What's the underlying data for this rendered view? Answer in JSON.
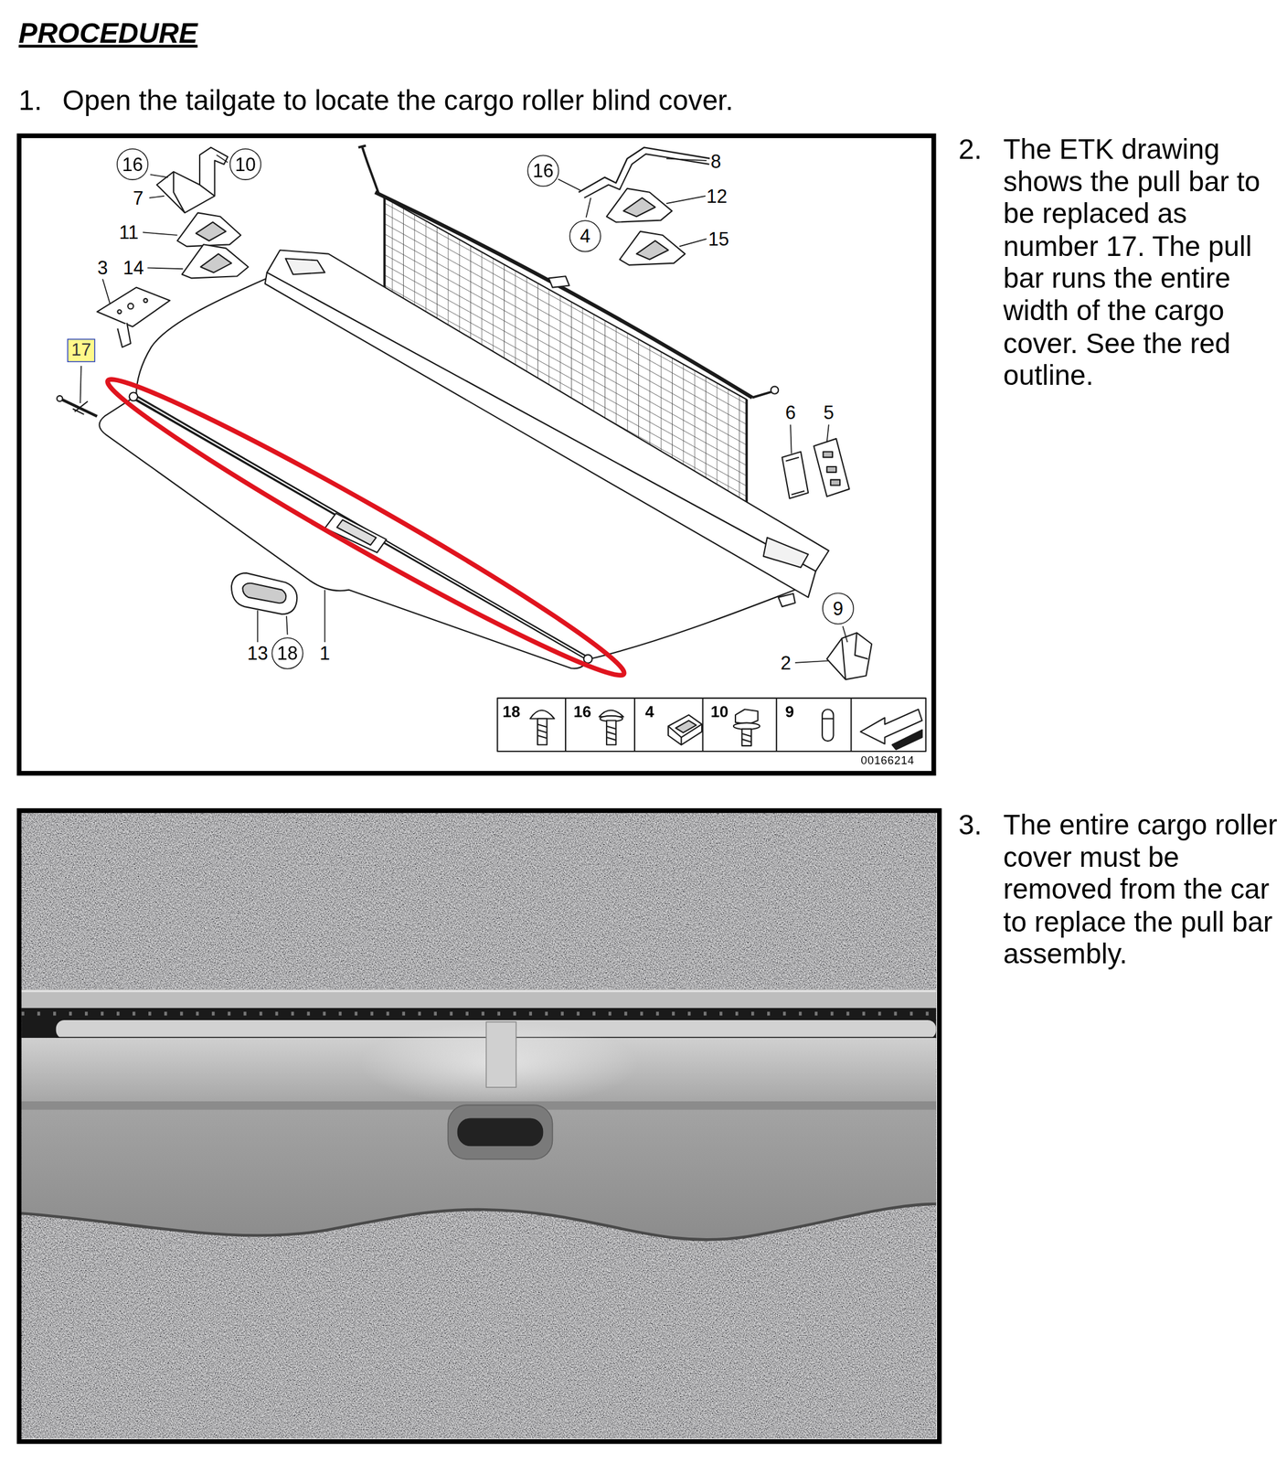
{
  "diagram": {
    "title": "PROCEDURE",
    "nodes": [
      {
        "text": [
          "16"
        ]
      },
      {
        "text": [
          "10"
        ]
      },
      {
        "text": [
          "16"
        ]
      },
      {
        "text": [
          "4"
        ]
      },
      {
        "text": [
          "17"
        ]
      },
      {
        "text": [
          "9"
        ]
      },
      {
        "text": [
          "18"
        ]
      }
    ],
    "labels": [
      "1.",
      "Open the tailgate to locate the cargo roller blind cover.",
      "7",
      "11",
      "3",
      "14",
      "8",
      "12",
      "15",
      "6",
      "5",
      "13",
      "1",
      "2",
      "18",
      "16",
      "4",
      "10",
      "9",
      "00166214",
      "2.",
      "The ETK drawing shows the pull bar to be replaced as number 17. The pull bar runs the entire width of the cargo cover. See the red outline.",
      "3.",
      "The entire cargo roller cover must be removed from the car to replace the pull bar assembly."
    ]
  }
}
